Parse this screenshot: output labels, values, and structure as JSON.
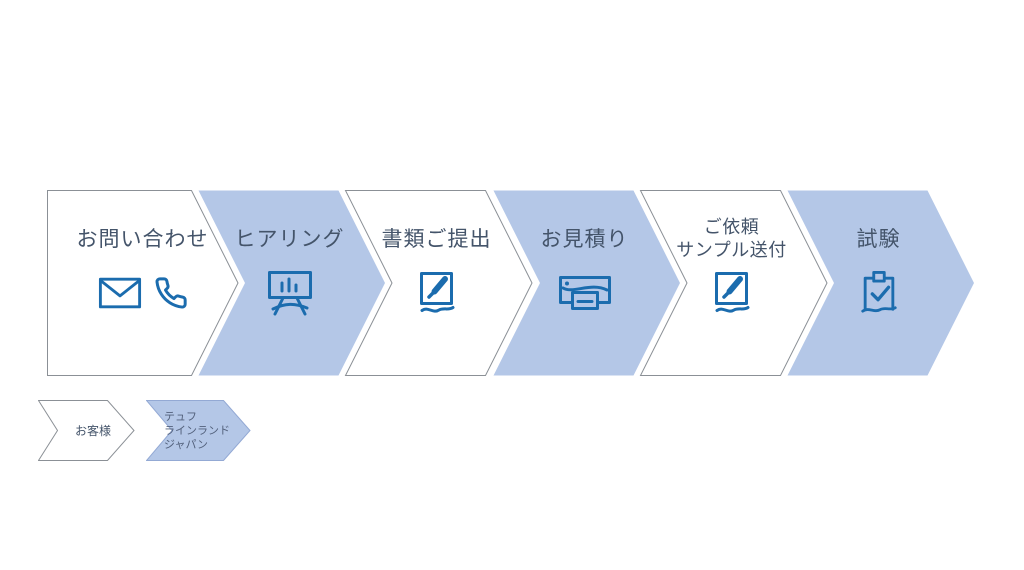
{
  "colors": {
    "background": "#ffffff",
    "arrow_blue": "#b4c7e7",
    "arrow_white": "#ffffff",
    "arrow_border": "#8b9096",
    "legend_blue_border": "#93a9d4",
    "icon_blue": "#1b6cae",
    "label_text": "#44546a",
    "legend_blue_text": "#53617c"
  },
  "process": {
    "steps": [
      {
        "style": "white",
        "lines": [
          "お問い合わせ"
        ],
        "icons": [
          "mail-icon",
          "phone-icon"
        ]
      },
      {
        "style": "blue",
        "lines": [
          "ヒアリング"
        ],
        "icons": [
          "presentation-board-icon"
        ]
      },
      {
        "style": "white",
        "lines": [
          "書類ご提出"
        ],
        "icons": [
          "document-sign-icon"
        ]
      },
      {
        "style": "blue",
        "lines": [
          "お見積り"
        ],
        "icons": [
          "printer-icon"
        ]
      },
      {
        "style": "white",
        "lines": [
          "ご依頼",
          "サンプル送付"
        ],
        "icons": [
          "document-sign-icon"
        ]
      },
      {
        "style": "blue",
        "lines": [
          "試験"
        ],
        "icons": [
          "clipboard-check-icon"
        ]
      }
    ]
  },
  "legend": {
    "customer": {
      "style": "white",
      "lines": [
        "お客様"
      ]
    },
    "provider": {
      "style": "blue",
      "lines": [
        "テュフ",
        "ラインランド",
        "ジャパン"
      ]
    }
  }
}
